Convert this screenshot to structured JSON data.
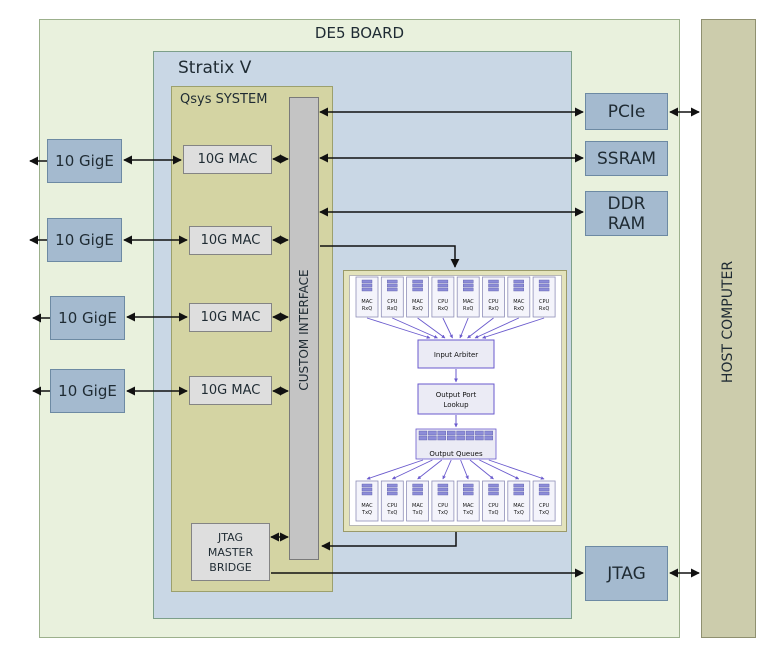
{
  "board": {
    "label": "DE5 BOARD"
  },
  "fpga": {
    "label": "Stratix V"
  },
  "qsys": {
    "label": "Qsys SYSTEM"
  },
  "bus": {
    "label": "CUSTOM INTERFACE"
  },
  "host": {
    "label": "HOST COMPUTER"
  },
  "ports": [
    {
      "gige": "10 GigE",
      "mac": "10G MAC"
    },
    {
      "gige": "10 GigE",
      "mac": "10G MAC"
    },
    {
      "gige": "10 GigE",
      "mac": "10G MAC"
    },
    {
      "gige": "10 GigE",
      "mac": "10G MAC"
    }
  ],
  "peripherals": {
    "pcie": "PCIe",
    "ssram": "SSRAM",
    "ddr_line1": "DDR",
    "ddr_line2": "RAM",
    "jtag": "JTAG"
  },
  "jtag_bridge": {
    "line1": "JTAG",
    "line2": "MASTER",
    "line3": "BRIDGE"
  },
  "pipeline": {
    "input_queues": [
      {
        "l1": "MAC",
        "l2": "RxQ"
      },
      {
        "l1": "CPU",
        "l2": "RxQ"
      },
      {
        "l1": "MAC",
        "l2": "RxQ"
      },
      {
        "l1": "CPU",
        "l2": "RxQ"
      },
      {
        "l1": "MAC",
        "l2": "RxQ"
      },
      {
        "l1": "CPU",
        "l2": "RxQ"
      },
      {
        "l1": "MAC",
        "l2": "RxQ"
      },
      {
        "l1": "CPU",
        "l2": "RxQ"
      }
    ],
    "input_arbiter": "Input Arbiter",
    "output_port_lookup_l1": "Output Port",
    "output_port_lookup_l2": "Lookup",
    "output_queues": "Output Queues",
    "tx_queues": [
      {
        "l1": "MAC",
        "l2": "TxQ"
      },
      {
        "l1": "CPU",
        "l2": "TxQ"
      },
      {
        "l1": "MAC",
        "l2": "TxQ"
      },
      {
        "l1": "CPU",
        "l2": "TxQ"
      },
      {
        "l1": "MAC",
        "l2": "TxQ"
      },
      {
        "l1": "CPU",
        "l2": "TxQ"
      },
      {
        "l1": "MAC",
        "l2": "TxQ"
      },
      {
        "l1": "CPU",
        "l2": "TxQ"
      }
    ]
  },
  "colors": {
    "board_fill": "#e9f1dd",
    "fpga_fill": "#c9d7e5",
    "qsys_fill": "#d4d4a3",
    "interface_fill": "#a4bacf",
    "pipeline_accent": "#6a5acd"
  }
}
